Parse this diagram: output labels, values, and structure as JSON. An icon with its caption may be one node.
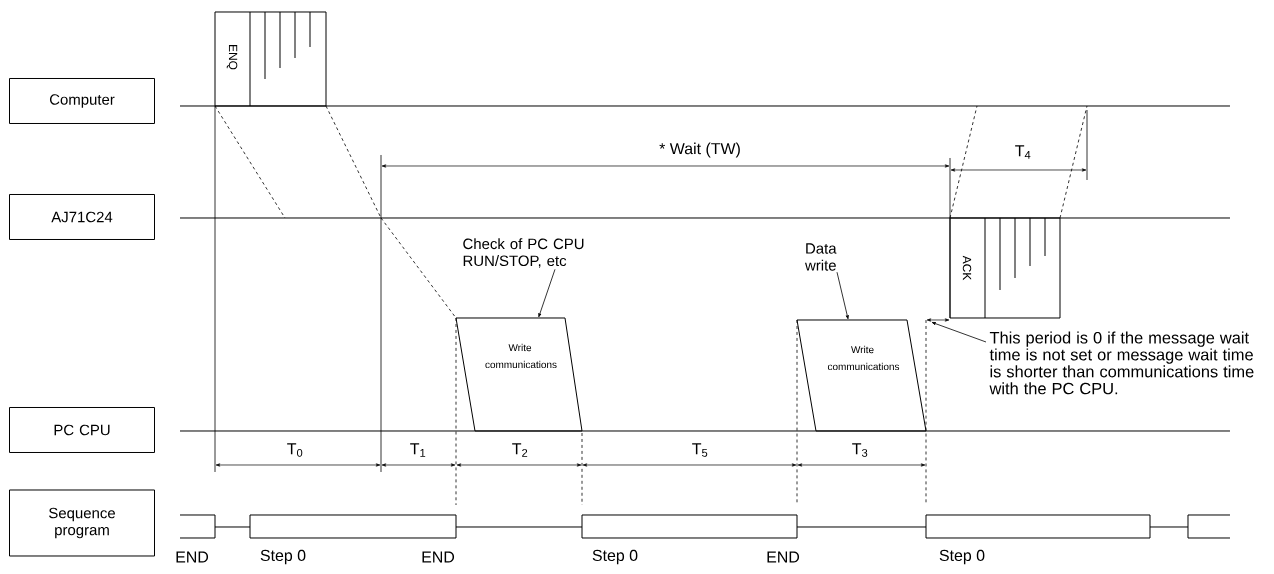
{
  "diagram": {
    "nodes": [
      {
        "text": [
          "ENQ"
        ]
      },
      {
        "text": [
          "Computer"
        ]
      },
      {
        "text": [
          "AJ71C24"
        ]
      },
      {
        "text": [
          "Check of PC CPU RUN/STOP, etc"
        ]
      },
      {
        "text": [
          "Data write"
        ]
      },
      {
        "text": [
          "ACK"
        ]
      },
      {
        "text": [
          "Write communications"
        ]
      },
      {
        "text": [
          "Write communications"
        ]
      },
      {
        "text": [
          "This period is 0 if the message wait time is not set or message wait time is shorter than communications time with the PC CPU."
        ]
      },
      {
        "text": [
          "PC CPU"
        ]
      },
      {
        "text": [
          "Sequence program"
        ]
      }
    ],
    "edges": [
      {
        "from": 3,
        "to": 6,
        "arrow": "to"
      },
      {
        "from": 4,
        "to": 7,
        "arrow": "to"
      },
      {
        "from": 8,
        "to": null,
        "arrow": "to"
      }
    ],
    "labels": [
      "* Wait (TW)",
      "T$_{4}$",
      "T$_{0}$",
      "T$_{1}$",
      "T$_{2}$",
      "T$_{5}$",
      "T$_{3}$",
      "END",
      "Step 0",
      "END",
      "Step 0",
      "END",
      "Step 0"
    ]
  }
}
